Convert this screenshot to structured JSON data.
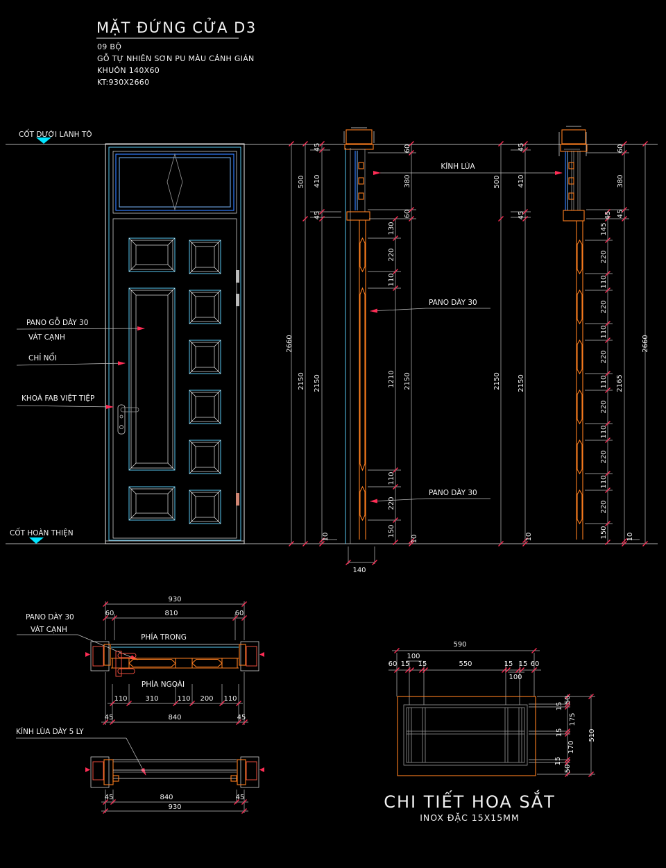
{
  "labels": {
    "title": "MẶT ĐỨNG CỬA D3",
    "sub1": "09 BỘ",
    "sub2": "GỖ TỰ NHIÊN SƠN PU MÀU CÁNH GIÁN",
    "sub3": "KHUÔN 140X60",
    "sub4": "KT:930X2660",
    "level_top": "CỐT DƯỚI LANH TÔ",
    "level_bottom": "CỐT HOÀN THIỆN",
    "pano_go": "PANO GỖ DÀY 30",
    "vat_canh": "VÁT CẠNH",
    "chi_noi": "CHỈ NỔI",
    "khoa": "KHOÁ FAB VIỆT TIỆP",
    "kinh_lua": "KÍNH LÙA",
    "pano_day_top": "PANO DÀY 30",
    "pano_day_bottom": "PANO DÀY 30",
    "plan_pano": "PANO DÀY 30",
    "plan_vat": "VÁT CẠNH",
    "phia_trong": "PHÍA TRONG",
    "phia_ngoai": "PHÍA NGOÀI",
    "kinh_lua_day": "KÍNH LÙA DÀY 5 LY",
    "detail_title": "CHI TIẾT HOA SẮT",
    "detail_sub": "INOX ĐẶC 15X15MM"
  },
  "dims": {
    "left": [
      "2660",
      "500",
      "2150",
      "45",
      "410",
      "45",
      "2150",
      "10"
    ],
    "lsec": [
      "60",
      "380",
      "60",
      "130",
      "220",
      "110",
      "1210",
      "2150",
      "110",
      "220",
      "150",
      "10",
      "140"
    ],
    "right": [
      "500",
      "2150",
      "45",
      "410",
      "45",
      "2150",
      "10"
    ],
    "rsec": [
      "60",
      "380",
      "45",
      "45",
      "145",
      "220",
      "110",
      "220",
      "110",
      "220",
      "110",
      "220",
      "110",
      "220",
      "110",
      "220",
      "150",
      "2165",
      "10",
      "2660"
    ],
    "planA": [
      "930",
      "60",
      "810",
      "60",
      "110",
      "310",
      "110",
      "200",
      "110",
      "45",
      "840",
      "45"
    ],
    "planB": [
      "45",
      "840",
      "45",
      "930"
    ],
    "det_top": [
      "590",
      "60",
      "15",
      "100",
      "15",
      "550",
      "15",
      "15",
      "100",
      "60"
    ],
    "det_right": [
      "50",
      "15",
      "175",
      "15",
      "170",
      "15",
      "50",
      "510"
    ]
  },
  "colors": {
    "background": "#000000",
    "line": "#e8e8e8",
    "cyan": "#00e5ff",
    "blue": "#2f7bff",
    "blue2": "#7ab8ff",
    "orange": "#ff7f1f",
    "red_tick": "#ff2d55",
    "dimline": "#c0c0c0",
    "grain": "#8f8f8f",
    "text": "#f2f2f2",
    "redpart": "#e74c3c"
  }
}
